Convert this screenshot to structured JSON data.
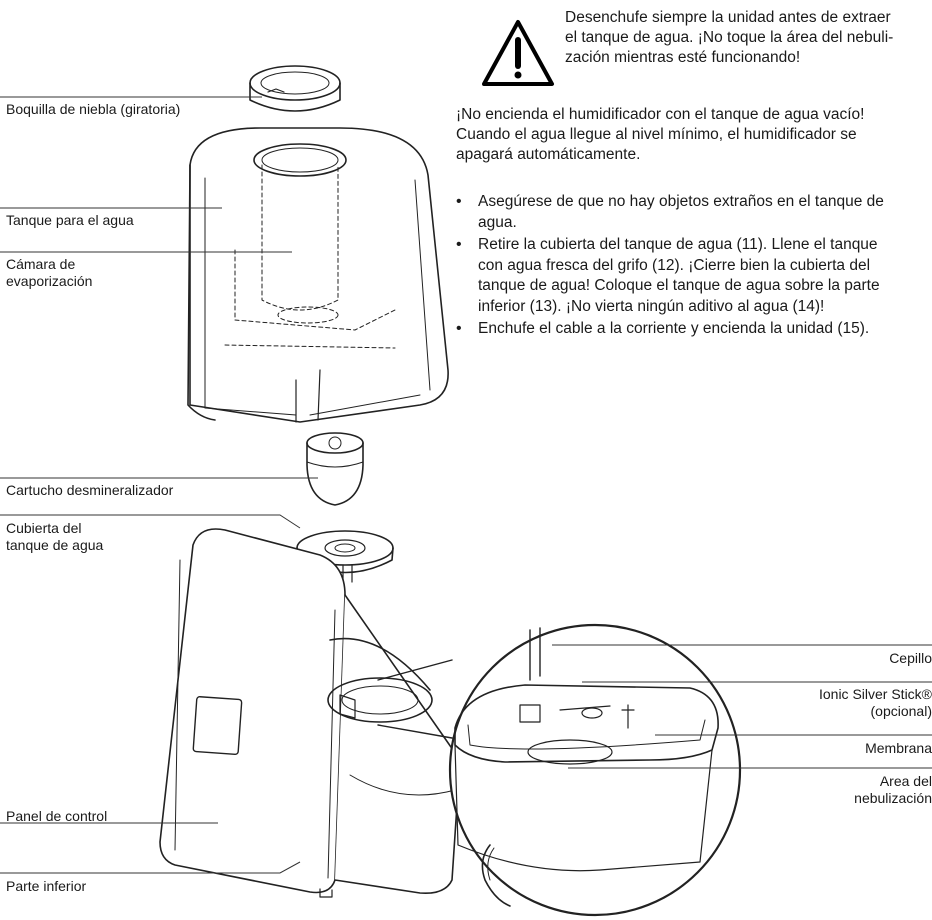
{
  "warning": {
    "icon": "warning-triangle-icon",
    "lines": [
      "Desenchufe siempre la unidad antes de extraer",
      "el tanque de agua. ¡No toque la área del nebuli-",
      "zación mientras esté funcionando!"
    ]
  },
  "intro_lines": [
    "¡No encienda el humidificador con el tanque de agua vacío!",
    "Cuando el agua llegue al nivel mínimo, el humidificador se",
    "apagará automáticamente."
  ],
  "steps": [
    "Asegúrese de que no hay objetos extraños en el tanque de agua.",
    "Retire la cubierta del tanque de agua (11). Llene el tanque con agua fresca del grifo (12). ¡Cierre bien la cubierta del tanque de agua! Coloque el tanque de agua sobre la parte inferior (13). ¡No vierta ningún aditivo al agua (14)!",
    "Enchufe el cable a la corriente y encienda la unidad (15)."
  ],
  "labels": {
    "mist_nozzle": "Boquilla de niebla (giratoria)",
    "water_tank": "Tanque para el agua",
    "evap_chamber_1": "Cámara de",
    "evap_chamber_2": "evaporización",
    "cartridge": "Cartucho desmineralizador",
    "tank_cover_1": "Cubierta del",
    "tank_cover_2": "tanque de agua",
    "control_panel": "Panel de control",
    "base": "Parte inferior",
    "brush": "Cepillo",
    "ionic_1": "Ionic Silver Stick®",
    "ionic_2": "(opcional)",
    "membrane": "Membrana",
    "mist_area_1": "Area del",
    "mist_area_2": "nebulización"
  }
}
